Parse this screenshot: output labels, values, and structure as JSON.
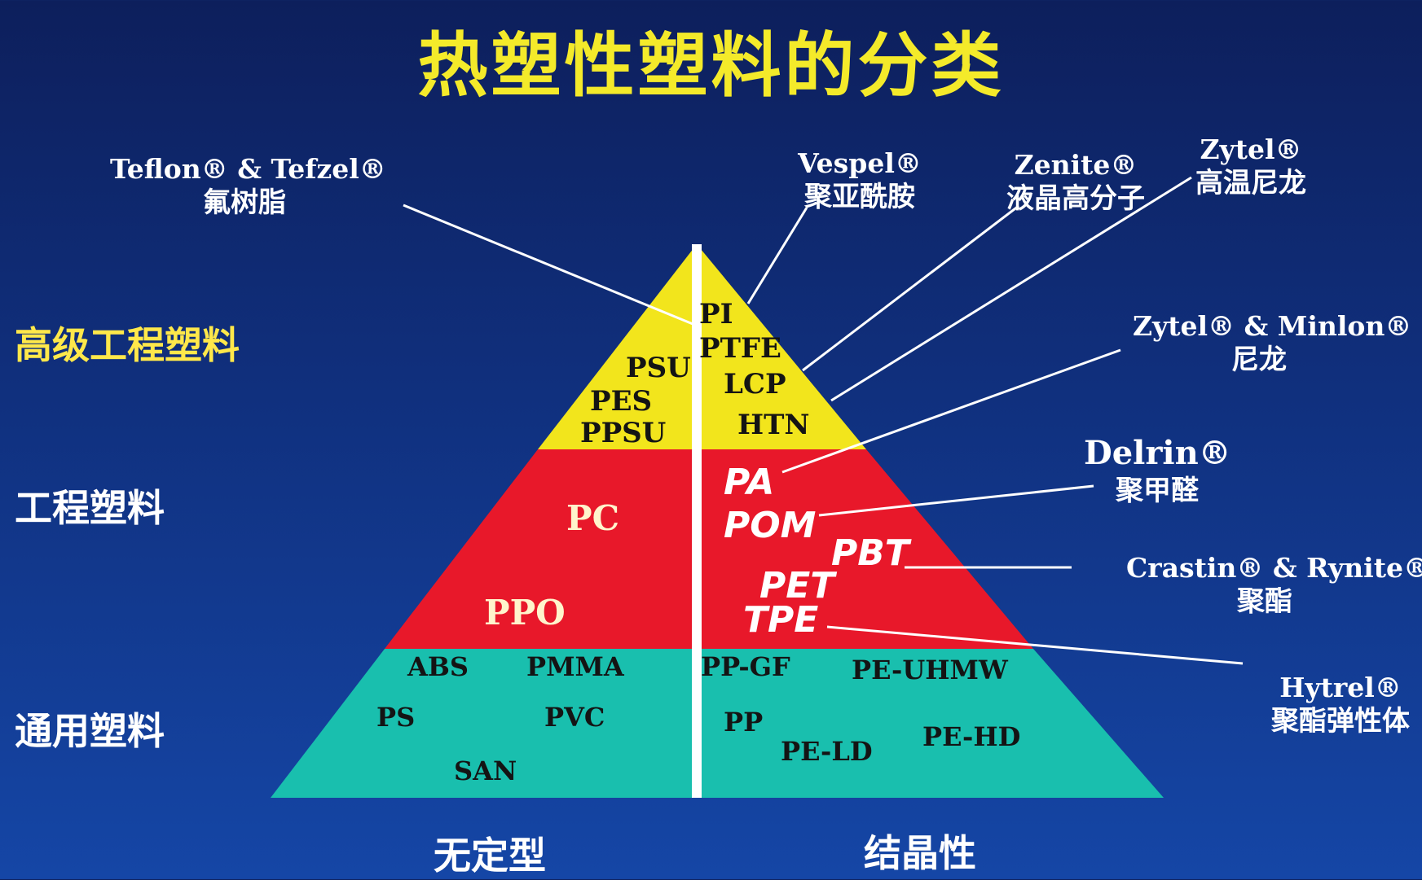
{
  "title": "热塑性塑料的分类",
  "tiers": {
    "high": "高级工程塑料",
    "engineering": "工程塑料",
    "general": "通用塑料"
  },
  "axis": {
    "left": "无定型",
    "right": "结晶性"
  },
  "colors": {
    "background": "#10307e",
    "title": "#f4ea2a",
    "tier_high": "#ffe84a",
    "tier_top": "#f2e51c",
    "tier_middle": "#e8182a",
    "tier_bottom": "#19bfae"
  },
  "materials": {
    "top_left": [
      "PSU",
      "PES",
      "PPSU"
    ],
    "top_right": [
      "PI",
      "PTFE",
      "LCP",
      "HTN"
    ],
    "middle_left": [
      "PC",
      "PPO"
    ],
    "middle_right": [
      "PA",
      "POM",
      "PBT",
      "PET",
      "TPE"
    ],
    "bottom_left": [
      "ABS",
      "PMMA",
      "PS",
      "PVC",
      "SAN"
    ],
    "bottom_right": [
      "PP-GF",
      "PE-UHMW",
      "PP",
      "PE-LD",
      "PE-HD"
    ]
  },
  "brands": {
    "teflon": {
      "name": "Teflon® & Tefzel®",
      "desc": "氟树脂"
    },
    "vespel": {
      "name": "Vespel®",
      "desc": "聚亚酰胺"
    },
    "zenite": {
      "name": "Zenite®",
      "desc": "液晶高分子"
    },
    "zytel_ht": {
      "name": "Zytel®",
      "desc": "高温尼龙"
    },
    "zytel_minlon": {
      "name": "Zytel® & Minlon®",
      "desc": "尼龙"
    },
    "delrin": {
      "name": "Delrin®",
      "desc": "聚甲醛"
    },
    "crastin": {
      "name": "Crastin® & Rynite®",
      "desc": "聚酯"
    },
    "hytrel": {
      "name": "Hytrel®",
      "desc": "聚酯弹性体"
    }
  }
}
